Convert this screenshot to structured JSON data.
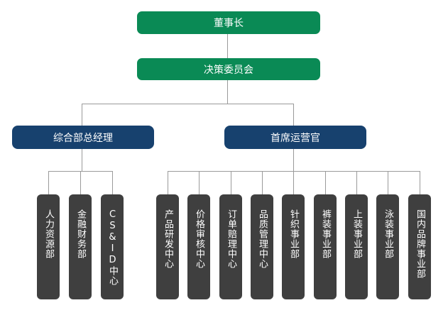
{
  "chairman": "董事长",
  "committee": "决策委员会",
  "gm": {
    "title": "综合部总经理",
    "units": [
      "人力资源部",
      "金融财务部",
      "CS&ID中心"
    ]
  },
  "ceo": {
    "title": "首席运营官",
    "units": [
      "产品研发中心",
      "价格审核中心",
      "订单赔理中心",
      "品质管理中心",
      "针织事业部",
      "裤装事业部",
      "上装事业部",
      "泳装事业部",
      "国内品牌事业部"
    ]
  },
  "colors": {
    "top": "#0a8a55",
    "mid": "#17416e",
    "leaf": "#3f3f3f",
    "connector": "#9a9a9a"
  }
}
